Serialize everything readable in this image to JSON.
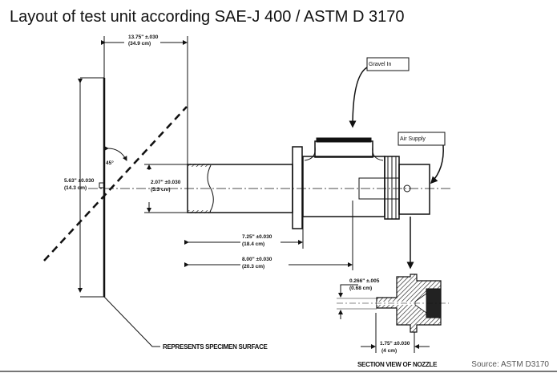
{
  "title": "Layout of test unit according SAE-J 400 / ASTM D 3170",
  "source": "Source: ASTM D3170",
  "labels": {
    "gravel_in": "Gravel In",
    "air_supply": "Air Supply",
    "specimen_surface": "REPRESENTS SPECIMEN SURFACE",
    "section_view": "SECTION VIEW OF NOZZLE",
    "angle": "45°"
  },
  "dimensions": {
    "d1375_in": "13.75\" ±.030",
    "d1375_cm": "(34.9 cm)",
    "d563_in": "5.63\" ±0.030",
    "d563_cm": "(14.3 cm)",
    "d207_in": "2.07\" ±0.030",
    "d207_cm": "(5.3 cm)",
    "d725_in": "7.25\" ±0.030",
    "d725_cm": "(18.4 cm)",
    "d800_in": "8.00\" ±0.030",
    "d800_cm": "(20.3 cm)",
    "d0266_in": "0.266\" ±.005",
    "d0266_cm": "(0.68 cm)",
    "d175_in": "1.75\" ±0.030",
    "d175_cm": "(4 cm)"
  }
}
